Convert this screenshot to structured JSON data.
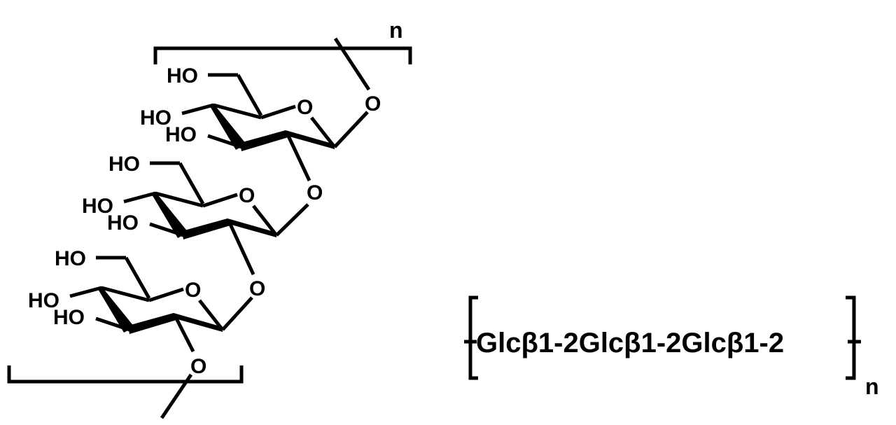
{
  "structure": {
    "repeat_label": "n",
    "hydroxyl_label": "HO",
    "oxygen_label": "O",
    "unit_count": 3
  },
  "formula": {
    "text": "Glcβ1-2Glcβ1-2Glcβ1-2",
    "repeat_label": "n"
  }
}
